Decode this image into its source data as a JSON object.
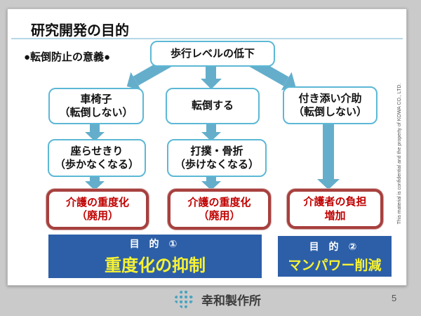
{
  "slide": {
    "title": "研究開発の目的",
    "subtitle": "●転倒防止の意義●",
    "flow": {
      "top_box": "歩行レベルの低下",
      "col1": {
        "box1_line1": "車椅子",
        "box1_line2": "（転倒しない）",
        "box2_line1": "座らせきり",
        "box2_line2": "（歩かなくなる）",
        "result_line1": "介護の重度化",
        "result_line2": "（廃用）"
      },
      "col2": {
        "box1": "転倒する",
        "box2_line1": "打撲・骨折",
        "box2_line2": "（歩けなくなる）",
        "result_line1": "介護の重度化",
        "result_line2": "（廃用）"
      },
      "col3": {
        "box1_line1": "付き添い介助",
        "box1_line2": "（転倒しない）",
        "result_line1": "介護者の負担",
        "result_line2": "増加"
      }
    },
    "goals": {
      "goal1_label": "目 的 ①",
      "goal1_text": "重度化の抑制",
      "goal2_label": "目 的 ②",
      "goal2_text": "マンパワー削減"
    },
    "confidential_note": "This material is confidential and the property of KOWA CO., LTD."
  },
  "footer": {
    "company_name": "幸和製作所",
    "page_number": "5",
    "logo_icon": "kowa-diamond-weave-logo"
  },
  "colors": {
    "background_gray": "#cacaca",
    "box_border_blue": "#5cb8d6",
    "arrow_blue": "#64aecc",
    "result_border_red": "#a7403e",
    "result_text_red": "#c00000",
    "goal_banner_blue": "#2d5fa8",
    "goal_text_yellow": "#f7f233",
    "logo_teal": "#4aa4c0"
  }
}
